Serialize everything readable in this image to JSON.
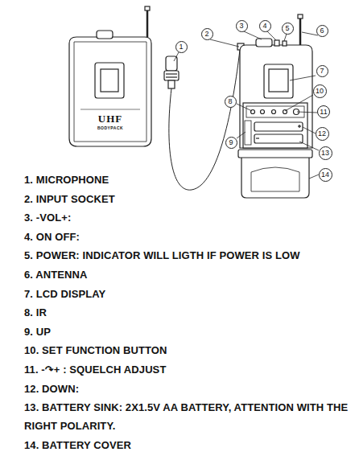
{
  "diagram": {
    "nodes": [
      {
        "text": [
          "1"
        ]
      },
      {
        "text": [
          "2"
        ]
      },
      {
        "text": [
          "3"
        ]
      },
      {
        "text": [
          "4"
        ]
      },
      {
        "text": [
          "5"
        ]
      },
      {
        "text": [
          "6"
        ]
      },
      {
        "text": [
          "7"
        ]
      },
      {
        "text": [
          "10"
        ]
      },
      {
        "text": [
          "11"
        ]
      },
      {
        "text": [
          "8"
        ]
      },
      {
        "text": [
          "12"
        ]
      },
      {
        "text": [
          "9"
        ]
      },
      {
        "text": [
          "13"
        ]
      },
      {
        "text": [
          "14"
        ]
      }
    ],
    "labels": [
      "UHF",
      "BODYPACK",
      "1. MICROPHONE",
      "2. INPUT SOCKET",
      "3. -VOL+:",
      "4. ON OFF:",
      "5. POWER: INDICATOR WILL LIGTH IF POWER IS LOW",
      "6. ANTENNA",
      "7. LCD DISPLAY",
      "8. IR",
      "9. UP",
      "10. SET FUNCTION BUTTON",
      "11. -↷+ : SQUELCH ADJUST",
      "12. DOWN:",
      "13. BATTERY SINK: 2X1.5V AA BATTERY, ATTENTION WITH THE RIGHT POLARITY.",
      "14. BATTERY COVER"
    ]
  }
}
